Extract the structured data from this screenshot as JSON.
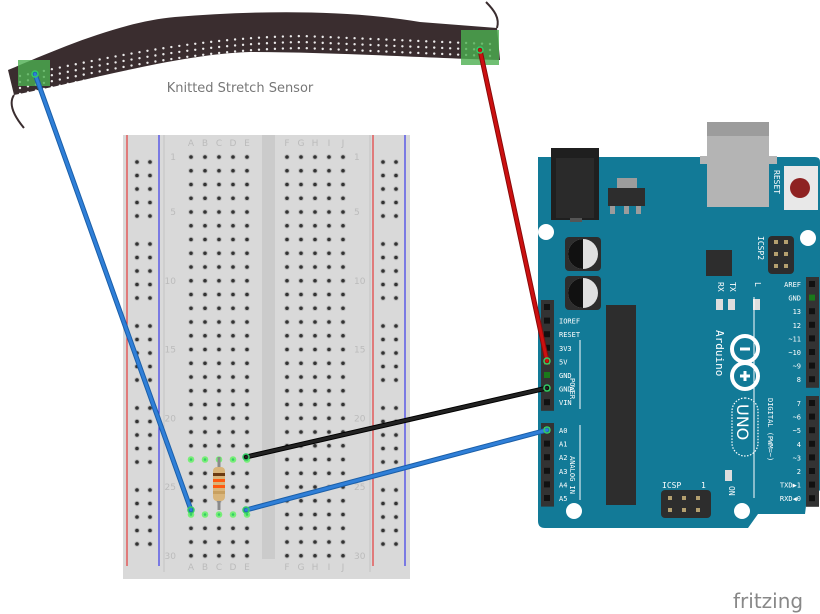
{
  "sensor": {
    "label": "Knitted Stretch Sensor"
  },
  "breadboard": {
    "column_letters_left": [
      "A",
      "B",
      "C",
      "D",
      "E"
    ],
    "column_letters_right": [
      "F",
      "G",
      "H",
      "I",
      "J"
    ],
    "row_numbers": [
      "1",
      "5",
      "10",
      "15",
      "20",
      "25",
      "30"
    ],
    "rows": 30
  },
  "resistor": {
    "bands": [
      "#6b3a12",
      "#ff5a10",
      "#ff5a10",
      "#c8a060"
    ]
  },
  "arduino": {
    "model_logo": "UNO",
    "brand": "Arduino",
    "reset_label": "RESET",
    "icsp2_label": "ICSP2",
    "icsp_label": "ICSP",
    "icsp_pin1": "1",
    "on_label": "ON",
    "led_labels": [
      "RX",
      "TX",
      "L"
    ],
    "power_header_label": "POWER",
    "analog_header_label": "ANALOG IN",
    "digital_header_label": "DIGITAL (PWM=~)",
    "power_pins": [
      "",
      "IOREF",
      "RESET",
      "3V3",
      "5V",
      "GND",
      "GND",
      "VIN"
    ],
    "analog_pins": [
      "A0",
      "A1",
      "A2",
      "A3",
      "A4",
      "A5"
    ],
    "digital_pins_top": [
      "AREF",
      "GND",
      "13",
      "12",
      "~11",
      "~10",
      "~9",
      "8"
    ],
    "digital_pins_bottom": [
      "7",
      "~6",
      "~5",
      "4",
      "~3",
      "2",
      "TXD▶1",
      "RXD◀0"
    ]
  },
  "wires": [
    {
      "name": "sensor-to-a1-wire",
      "color": "#2f7fd8",
      "from": "sensor left pad",
      "to": "breadboard A27"
    },
    {
      "name": "sensor-to-5v-wire",
      "color": "#cc1010",
      "from": "sensor right pad",
      "to": "Arduino 5V"
    },
    {
      "name": "gnd-wire",
      "color": "#222222",
      "from": "breadboard E23",
      "to": "Arduino GND"
    },
    {
      "name": "a0-wire",
      "color": "#2f7fd8",
      "from": "breadboard E27",
      "to": "Arduino A0"
    }
  ],
  "watermark": "fritzing",
  "colors": {
    "board": "#127a97",
    "breadboard": "#d9d9d9",
    "rail_red": "#e53b3b",
    "rail_blue": "#3b3bea"
  }
}
